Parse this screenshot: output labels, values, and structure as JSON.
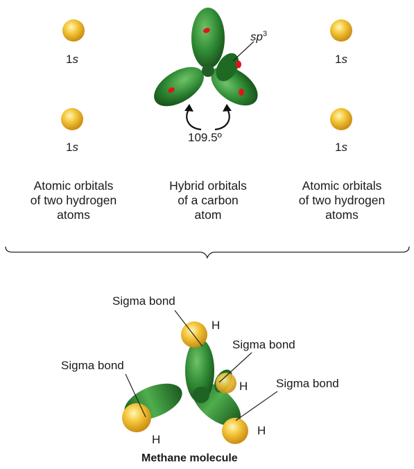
{
  "top": {
    "orbital_label_num": "1",
    "orbital_label_s": "s",
    "sp3_base": "sp",
    "sp3_sup": "3",
    "angle": "109.5º",
    "captions": {
      "left": [
        "Atomic orbitals",
        "of two hydrogen",
        "atoms"
      ],
      "center": [
        "Hybrid orbitals",
        "of a carbon",
        "atom"
      ],
      "right": [
        "Atomic orbitals",
        "of two hydrogen",
        "atoms"
      ]
    }
  },
  "bottom": {
    "sigma_top": "Sigma bond",
    "sigma_right": "Sigma bond",
    "sigma_lowright": "Sigma bond",
    "sigma_left": "Sigma bond",
    "h_top": "H",
    "h_mid": "H",
    "h_right": "H",
    "h_left": "H",
    "title": "Methane molecule"
  },
  "colors": {
    "orbital_green": "#2f8a34",
    "hydrogen_yellow": "#f2c230",
    "red_dot": "#e0141e"
  }
}
